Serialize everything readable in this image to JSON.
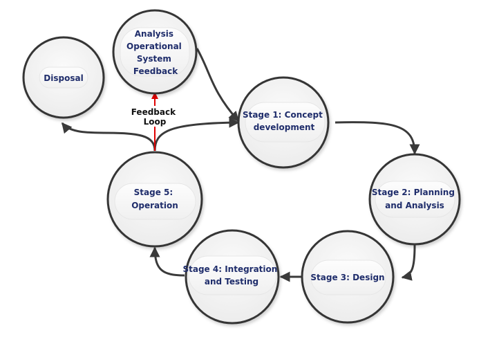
{
  "colors": {
    "circle_stroke": "#353535",
    "circle_fill": "#f2f2f2",
    "pill_fill": "#f7f7f7",
    "label_text": "#1f2d6b",
    "connector": "#3a3a3a",
    "feedback_arrow": "#e00000",
    "feedback_text": "#111111"
  },
  "nodes": [
    {
      "id": "analysis",
      "lines": [
        "Analysis",
        "Operational",
        "System",
        "Feedback"
      ]
    },
    {
      "id": "disposal",
      "lines": [
        "Disposal"
      ]
    },
    {
      "id": "stage1",
      "lines": [
        "Stage 1: Concept",
        "development"
      ]
    },
    {
      "id": "stage2",
      "lines": [
        "Stage 2: Planning",
        "and Analysis"
      ]
    },
    {
      "id": "stage3",
      "lines": [
        "Stage 3: Design"
      ]
    },
    {
      "id": "stage4",
      "lines": [
        "Stage 4: Integration",
        "and Testing"
      ]
    },
    {
      "id": "stage5",
      "lines": [
        "Stage 5:",
        "Operation"
      ]
    }
  ],
  "edges": [
    {
      "from": "analysis",
      "to": "stage1"
    },
    {
      "from": "stage5",
      "to": "stage1"
    },
    {
      "from": "stage5",
      "to": "disposal"
    },
    {
      "from": "stage5",
      "to": "analysis",
      "kind": "feedback"
    },
    {
      "from": "stage1",
      "to": "stage2"
    },
    {
      "from": "stage2",
      "to": "stage3"
    },
    {
      "from": "stage3",
      "to": "stage4"
    },
    {
      "from": "stage4",
      "to": "stage5"
    }
  ],
  "feedback_label": [
    "Feedback",
    "Loop"
  ]
}
